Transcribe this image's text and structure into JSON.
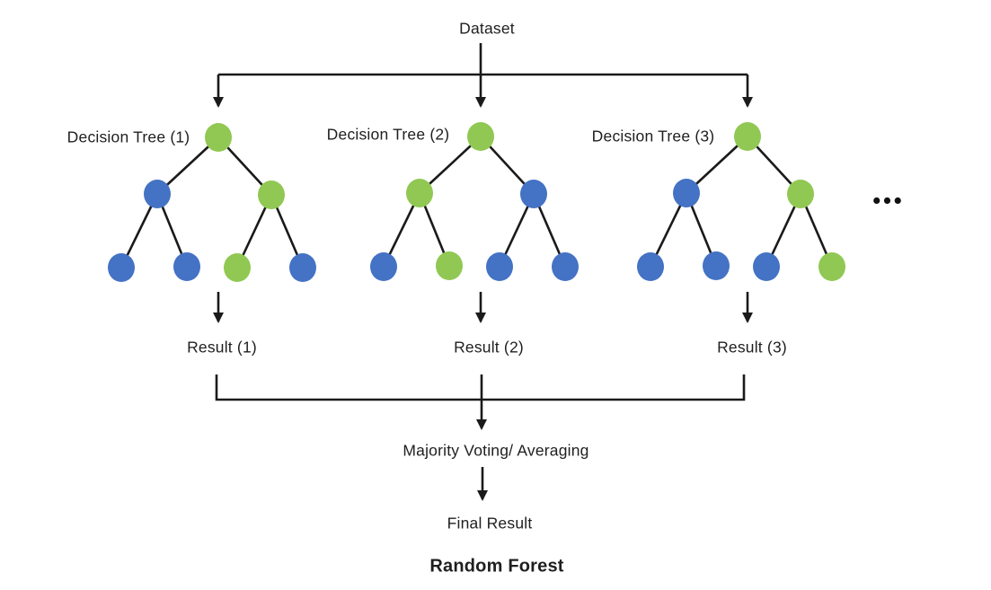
{
  "diagram": {
    "dataset_label": "Dataset",
    "voting_label": "Majority Voting/ Averaging",
    "final_label": "Final Result",
    "title": "Random Forest",
    "ellipsis": "•••"
  },
  "trees": [
    {
      "label": "Decision Tree (1)",
      "result_label": "Result (1)",
      "nodes": {
        "root": "green",
        "left": "blue",
        "right": "green",
        "left_left": "blue",
        "left_right": "blue",
        "right_left": "green",
        "right_right": "blue"
      }
    },
    {
      "label": "Decision Tree (2)",
      "result_label": "Result (2)",
      "nodes": {
        "root": "green",
        "left": "green",
        "right": "blue",
        "left_left": "blue",
        "left_right": "green",
        "right_left": "blue",
        "right_right": "blue"
      }
    },
    {
      "label": "Decision Tree (3)",
      "result_label": "Result (3)",
      "nodes": {
        "root": "green",
        "left": "blue",
        "right": "green",
        "left_left": "blue",
        "left_right": "blue",
        "right_left": "blue",
        "right_right": "green"
      }
    }
  ],
  "node_colors": {
    "green": "#90C853",
    "blue": "#4472C4"
  },
  "line_color": "#1a1a1a",
  "text_color": "#1f1f1f"
}
